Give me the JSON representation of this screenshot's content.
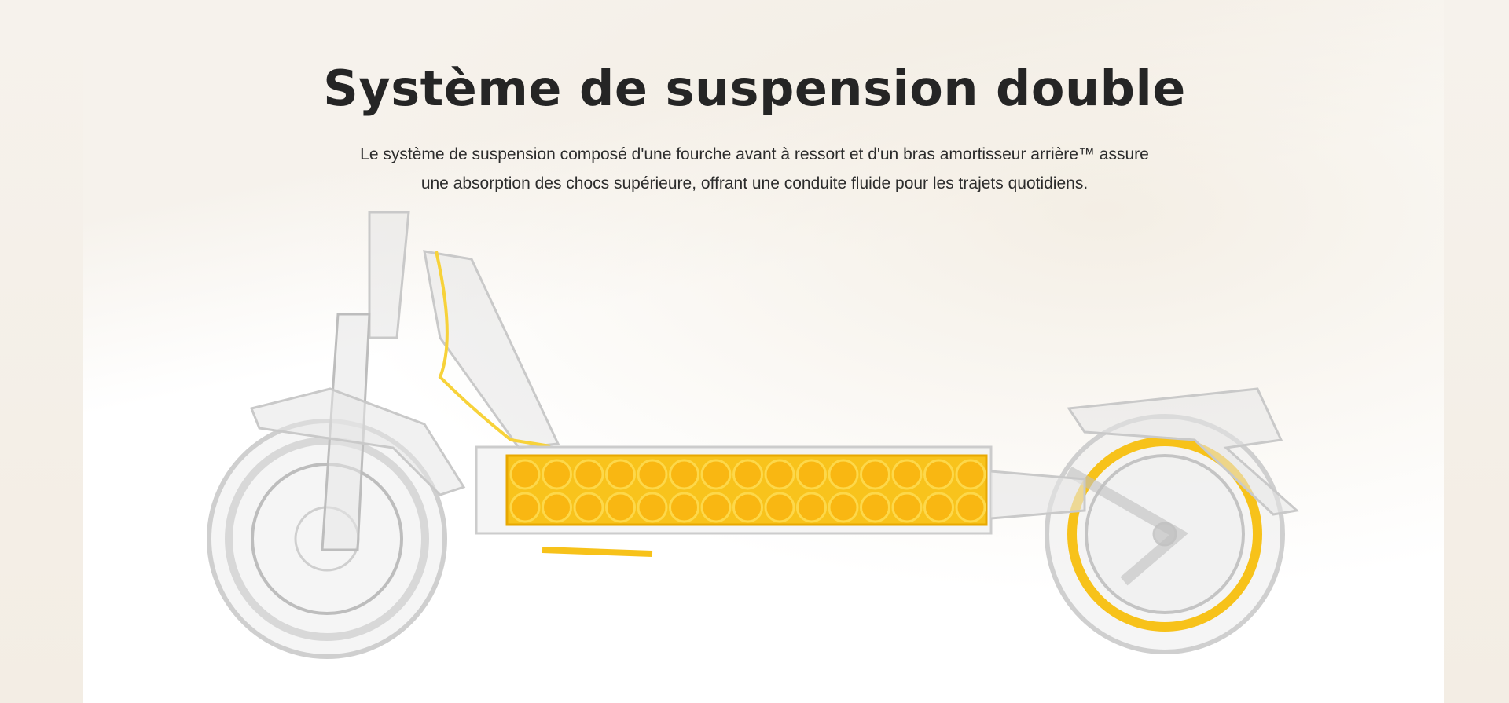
{
  "title": "Système de suspension double",
  "description": {
    "line1": "Le système de suspension composé d'une fourche avant à ressort et d'un bras amortisseur arrière™ assure",
    "line2": "une absorption des chocs supérieure, offrant une conduite fluide pour les trajets quotidiens."
  },
  "colors": {
    "accent": "#f7c21a",
    "text": "#252525",
    "background": "#f6f2ec"
  }
}
